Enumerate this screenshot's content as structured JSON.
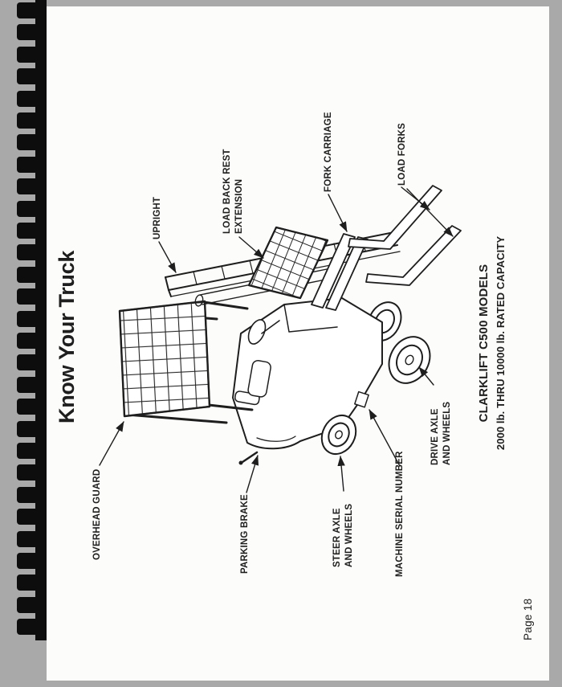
{
  "document": {
    "title": "Know Your Truck",
    "page_number": "Page 18",
    "caption": {
      "line1": "CLARKLIFT C500 MODELS",
      "line2": "2000 lb. THRU 10000 lb. RATED CAPACITY"
    }
  },
  "labels": {
    "overhead_guard": "OVERHEAD GUARD",
    "upright": "UPRIGHT",
    "load_back_rest_line1": "LOAD BACK REST",
    "load_back_rest_line2": "EXTENSION",
    "fork_carriage": "FORK CARRIAGE",
    "load_forks": "LOAD FORKS",
    "parking_brake": "PARKING BRAKE",
    "steer_axle_line1": "STEER AXLE",
    "steer_axle_line2": "AND WHEELS",
    "machine_serial_number": "MACHINE SERIAL NUMBER",
    "drive_axle_line1": "DRIVE AXLE",
    "drive_axle_line2": "AND WHEELS"
  },
  "colors": {
    "background": "#a9a9a9",
    "paper": "#fcfcfa",
    "ink": "#1e1e1e",
    "binding": "#0d0d0d"
  }
}
